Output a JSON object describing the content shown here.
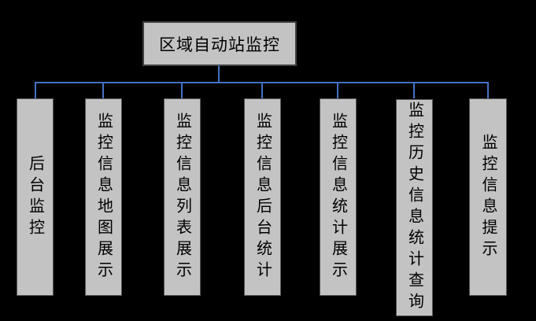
{
  "diagram": {
    "type": "tree",
    "root": {
      "label": "区域自动站监控"
    },
    "children": [
      {
        "label": "后台监控"
      },
      {
        "label": "监控信息地图展示"
      },
      {
        "label": "监控信息列表展示"
      },
      {
        "label": "监控信息后台统计"
      },
      {
        "label": "监控信息统计展示"
      },
      {
        "label": "监控历史信息统计查询"
      },
      {
        "label": "监控信息提示"
      }
    ],
    "colors": {
      "background": "#000000",
      "node_fill": "#c3c3c3",
      "node_border": "#3f3f3f",
      "connector": "#4472c4",
      "text": "#000000"
    }
  }
}
